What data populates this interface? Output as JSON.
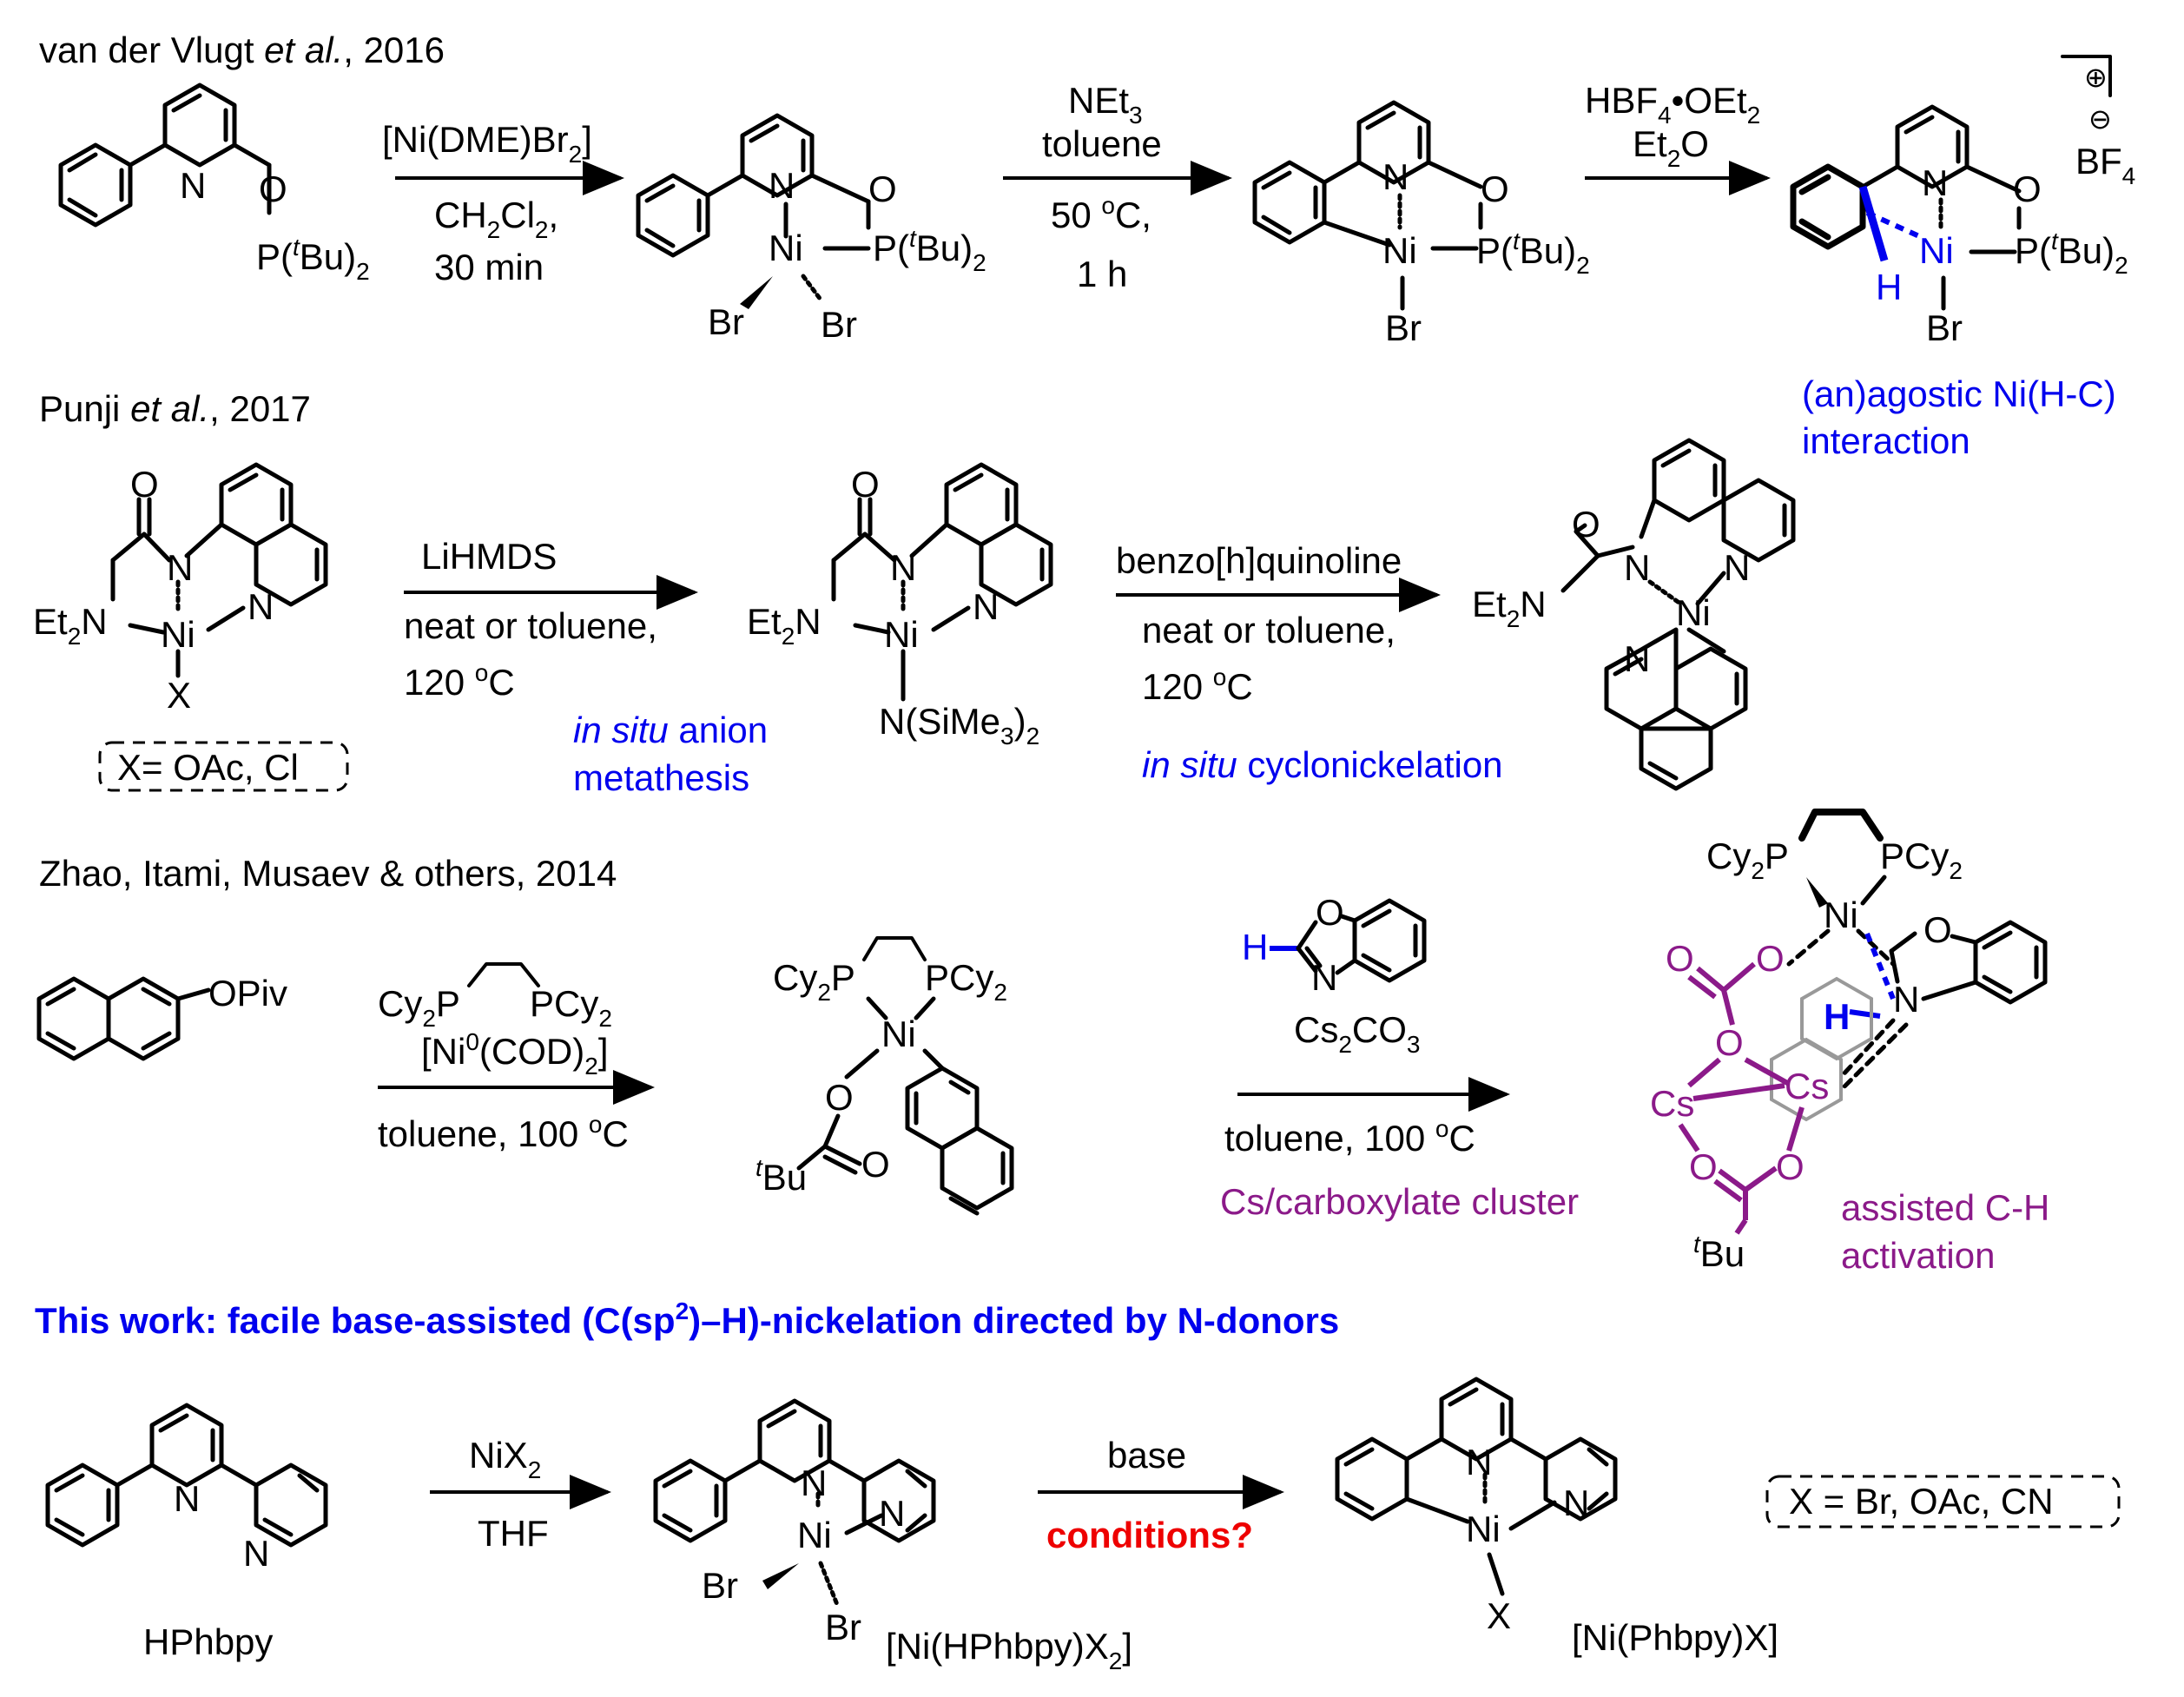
{
  "rows": {
    "r1": {
      "heading": {
        "main": "van der Vlugt ",
        "it": "et al.",
        "year": ", 2016"
      },
      "step1": {
        "reagent": "[Ni(DME)Br",
        "reagent_sub": "2",
        "reagent_end": "]",
        "solvent": "CH",
        "solvent_sub": "2",
        "solvent_mid": "Cl",
        "solvent_sub2": "2",
        "solvent_end": ",",
        "time": "30 min"
      },
      "step2": {
        "base": "NEt",
        "base_sub": "3",
        "solvent": "toluene",
        "temp": "50 ",
        "temp_sup": "o",
        "temp_end": "C,",
        "time": "1 h"
      },
      "step3": {
        "acid": "HBF",
        "acid_sub": "4",
        "acid_mid": "•OEt",
        "acid_sub2": "2",
        "solvent": "Et",
        "solvent_sub": "2",
        "solvent_end": "O"
      },
      "note1": "(an)agostic Ni(H-C)",
      "note2": "interaction",
      "counterion": "BF",
      "counterion_sub": "4",
      "plus": "⊕",
      "minus": "⊖"
    },
    "r2": {
      "heading": {
        "main": "Punji ",
        "it": "et al.",
        "year": ", 2017"
      },
      "xbox": "X= OAc, Cl",
      "step1": {
        "reagent": "LiHMDS",
        "solvent": "neat or toluene,",
        "temp": "120 ",
        "temp_sup": "o",
        "temp_end": "C"
      },
      "note1a": "in situ",
      "note1b": " anion",
      "note1c": "metathesis",
      "step2": {
        "reagent": "benzo[h]quinoline",
        "solvent": "neat or toluene,",
        "temp": "120 ",
        "temp_sup": "o",
        "temp_end": "C"
      },
      "note2a": "in situ",
      "note2b": " cyclonickelation"
    },
    "r3": {
      "heading": "Zhao, Itami, Musaev & others, 2014",
      "step1": {
        "ligand": "Cy2P     PCy2",
        "cat": "[Ni",
        "cat_sup": "0",
        "cat_end": "(COD)",
        "cat_sub": "2",
        "cat_end2": "]",
        "cond": "toluene, 100 ",
        "cond_sup": "o",
        "cond_end": "C"
      },
      "step2": {
        "base": "Cs",
        "base_sub": "2",
        "base_end": "CO",
        "base_sub2": "3",
        "cond": "toluene, 100 ",
        "cond_sup": "o",
        "cond_end": "C"
      },
      "note1": "Cs/carboxylate cluster",
      "note2a": "assisted C-H",
      "note2b": "activation"
    },
    "r4": {
      "heading_a": "This work: facile base-assisted (C(sp",
      "heading_sup": "2",
      "heading_b": ")–H)-nickelation directed by N-donors",
      "step1": {
        "reagent": "NiX",
        "reagent_sub": "2",
        "solvent": "THF"
      },
      "step2": {
        "reagent": "base",
        "cond": "conditions?"
      },
      "name1": "HPhbpy",
      "name2a": "[Ni(HPhbpy)X",
      "name2_sub": "2",
      "name2b": "]",
      "name3": "[Ni(Phbpy)X]",
      "xbox": "X = Br, OAc, CN"
    }
  },
  "atoms": {
    "N": "N",
    "O": "O",
    "P": "P",
    "Ni": "Ni",
    "Br": "Br",
    "H": "H",
    "X": "X",
    "Cs": "Cs",
    "PtBu2a": "P(",
    "tBu_sup": "t",
    "PtBu2b": "Bu)",
    "sub2": "2",
    "Et2N_a": "Et",
    "Et2N_b": "N",
    "NSiMe3_a": "N(SiMe",
    "NSiMe3_sub": "3",
    "NSiMe3_b": ")",
    "OPiv": "OPiv",
    "Cy2P_a": "Cy",
    "Cy2P_b": "P",
    "PCy2_a": "PCy",
    "tBu_b": "Bu"
  },
  "colors": {
    "blue": "#0000ee",
    "purple": "#8b1a89",
    "red": "#ee0000",
    "grey": "#999999"
  }
}
